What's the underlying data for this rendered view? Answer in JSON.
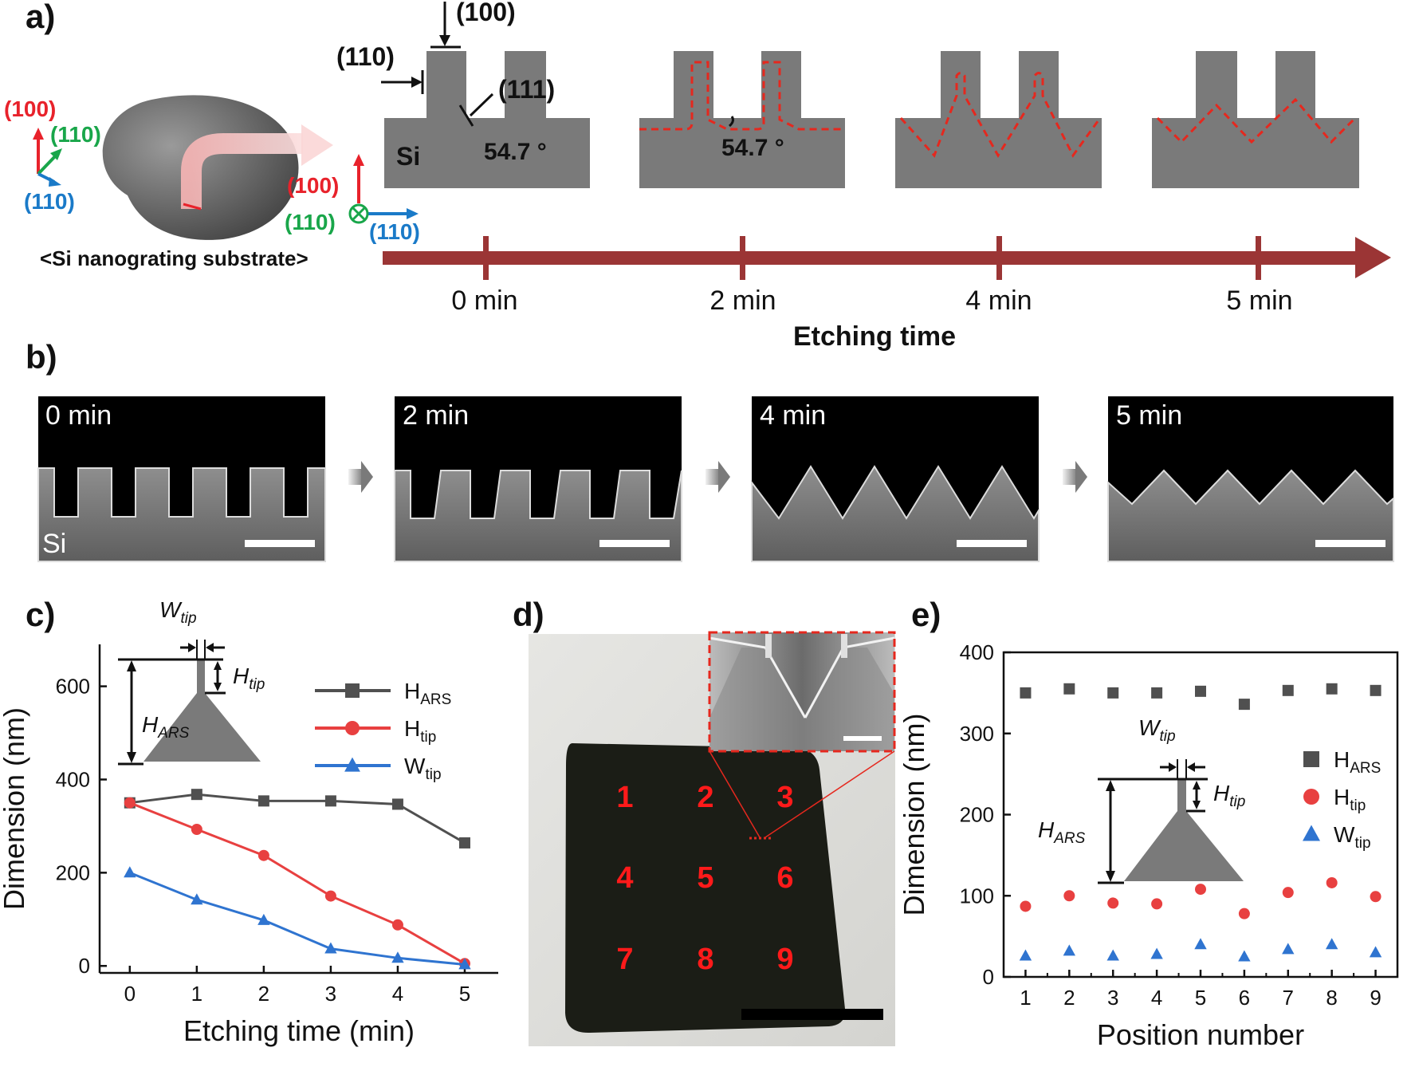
{
  "panel_a": {
    "label": "a)",
    "substrate_caption": "<Si nanograting substrate>",
    "axis_labels": {
      "red": "(100)",
      "green": "(110)",
      "blue": "(110)"
    },
    "cross_labels": {
      "red": "(100)",
      "green": "(110)",
      "blue": "(110)"
    },
    "profile_labels": {
      "top_face": "(100)",
      "side_face": "(110)",
      "facet": "(111)",
      "material": "Si"
    },
    "angles": [
      "54.7 °",
      "54.7 °"
    ],
    "timeline_ticks": [
      "0 min",
      "2 min",
      "4 min",
      "5 min"
    ],
    "timeline_title": "Etching time",
    "colors": {
      "timeline": "#9b3535",
      "silicon": "#7a7a7a",
      "dash": "#e5281e"
    }
  },
  "panel_b": {
    "label": "b)",
    "images": [
      {
        "time": "0 min",
        "material": "Si"
      },
      {
        "time": "2 min",
        "material": ""
      },
      {
        "time": "4 min",
        "material": ""
      },
      {
        "time": "5 min",
        "material": ""
      }
    ]
  },
  "panel_c": {
    "label": "c)",
    "inset_labels": {
      "w": "W",
      "w_sub": "tip",
      "h": "H",
      "h_sub": "tip",
      "hars": "H",
      "hars_sub": "ARS"
    }
  },
  "panel_d": {
    "label": "d)",
    "positions": [
      "1",
      "2",
      "3",
      "4",
      "5",
      "6",
      "7",
      "8",
      "9"
    ]
  },
  "panel_e": {
    "label": "e)",
    "inset_labels": {
      "w": "W",
      "w_sub": "tip",
      "h": "H",
      "h_sub": "tip",
      "hars": "H",
      "hars_sub": "ARS"
    }
  },
  "chart_data": [
    {
      "type": "line",
      "panel": "c",
      "xlabel": "Etching time (min)",
      "ylabel": "Dimension (nm)",
      "x": [
        0,
        1,
        2,
        3,
        4,
        5
      ],
      "xlim": [
        -0.45,
        5.5
      ],
      "ylim": [
        -15,
        690
      ],
      "xticks": [
        0,
        1,
        2,
        3,
        4,
        5
      ],
      "yticks": [
        0,
        200,
        400,
        600
      ],
      "legend": "right",
      "series": [
        {
          "name": "H",
          "sub": "ARS",
          "color": "#505050",
          "marker": "square",
          "values": [
            350,
            368,
            354,
            354,
            347,
            264
          ]
        },
        {
          "name": "H",
          "sub": "tip",
          "color": "#e84040",
          "marker": "circle",
          "values": [
            350,
            293,
            237,
            150,
            88,
            5
          ]
        },
        {
          "name": "W",
          "sub": "tip",
          "color": "#2f74d0",
          "marker": "triangle",
          "values": [
            200,
            142,
            98,
            37,
            17,
            3
          ]
        }
      ]
    },
    {
      "type": "scatter",
      "panel": "e",
      "xlabel": "Position number",
      "ylabel": "Dimension (nm)",
      "x": [
        1,
        2,
        3,
        4,
        5,
        6,
        7,
        8,
        9
      ],
      "xlim": [
        0.5,
        9.5
      ],
      "ylim": [
        0,
        400
      ],
      "xticks": [
        1,
        2,
        3,
        4,
        5,
        6,
        7,
        8,
        9
      ],
      "yticks": [
        0,
        100,
        200,
        300,
        400
      ],
      "legend": "right",
      "series": [
        {
          "name": "H",
          "sub": "ARS",
          "color": "#505050",
          "marker": "square",
          "values": [
            350,
            355,
            350,
            350,
            352,
            336,
            353,
            355,
            353
          ]
        },
        {
          "name": "H",
          "sub": "tip",
          "color": "#e84040",
          "marker": "circle",
          "values": [
            87,
            100,
            91,
            90,
            108,
            78,
            104,
            116,
            99
          ]
        },
        {
          "name": "W",
          "sub": "tip",
          "color": "#2f74d0",
          "marker": "triangle",
          "values": [
            26,
            32,
            26,
            28,
            40,
            25,
            34,
            40,
            30
          ]
        }
      ]
    }
  ]
}
